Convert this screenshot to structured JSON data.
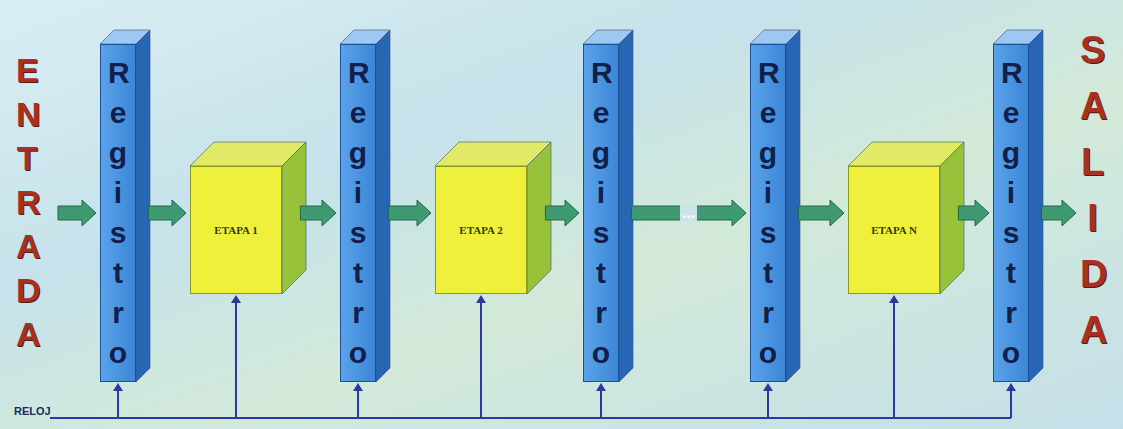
{
  "diagram": {
    "nodes": [
      {
        "text": [
          "Registro"
        ]
      },
      {
        "text": [
          "ETAPA 1"
        ]
      },
      {
        "text": [
          "Registro"
        ]
      },
      {
        "text": [
          "ETAPA 2"
        ]
      },
      {
        "text": [
          "Registro"
        ]
      },
      {
        "text": [
          "Registro"
        ]
      },
      {
        "text": [
          "ETAPA N"
        ]
      },
      {
        "text": [
          "Registro"
        ]
      }
    ],
    "edges": [
      {
        "from": 0,
        "to": 1,
        "arrow": "to"
      },
      {
        "from": 1,
        "to": 2,
        "arrow": "to"
      },
      {
        "from": 2,
        "to": 3,
        "arrow": "to"
      },
      {
        "from": 3,
        "to": 4,
        "arrow": "to"
      },
      {
        "from": 4,
        "to": 5,
        "label": "...",
        "arrow": "to"
      },
      {
        "from": 5,
        "to": 6,
        "arrow": "to"
      },
      {
        "from": 6,
        "to": 7,
        "arrow": "to"
      }
    ],
    "labels": [
      "ENTRADA",
      "SALIDA",
      "RELOJ"
    ]
  }
}
